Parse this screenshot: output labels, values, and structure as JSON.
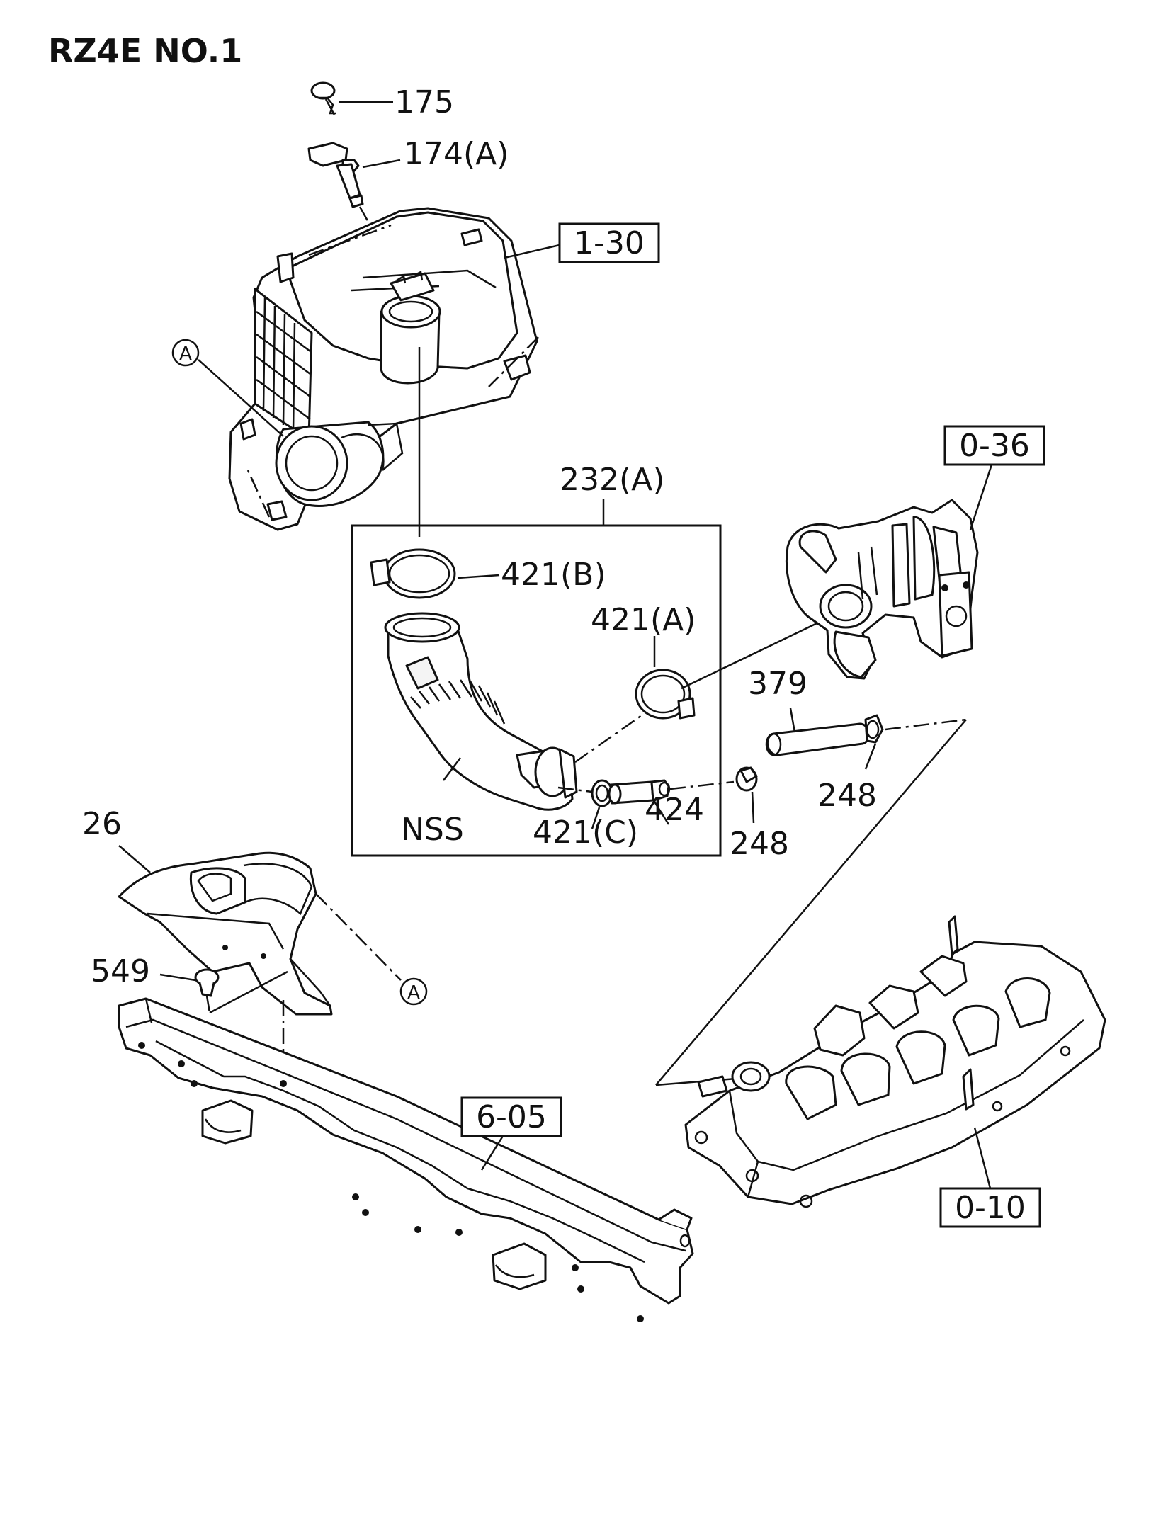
{
  "title": "RZ4E NO.1",
  "callouts": {
    "p175": "175",
    "p174a": "174(A)",
    "p232a": "232(A)",
    "p421b": "421(B)",
    "p421a": "421(A)",
    "p379": "379",
    "p424": "424",
    "p248_left": "248",
    "p248_right": "248",
    "p421c": "421(C)",
    "nss": "NSS",
    "p26": "26",
    "p549": "549"
  },
  "reference_boxes": {
    "r1_30": "1-30",
    "r0_36": "0-36",
    "r6_05": "6-05",
    "r0_10": "0-10"
  },
  "connectors": {
    "a_top": "A",
    "a_bottom": "A"
  }
}
